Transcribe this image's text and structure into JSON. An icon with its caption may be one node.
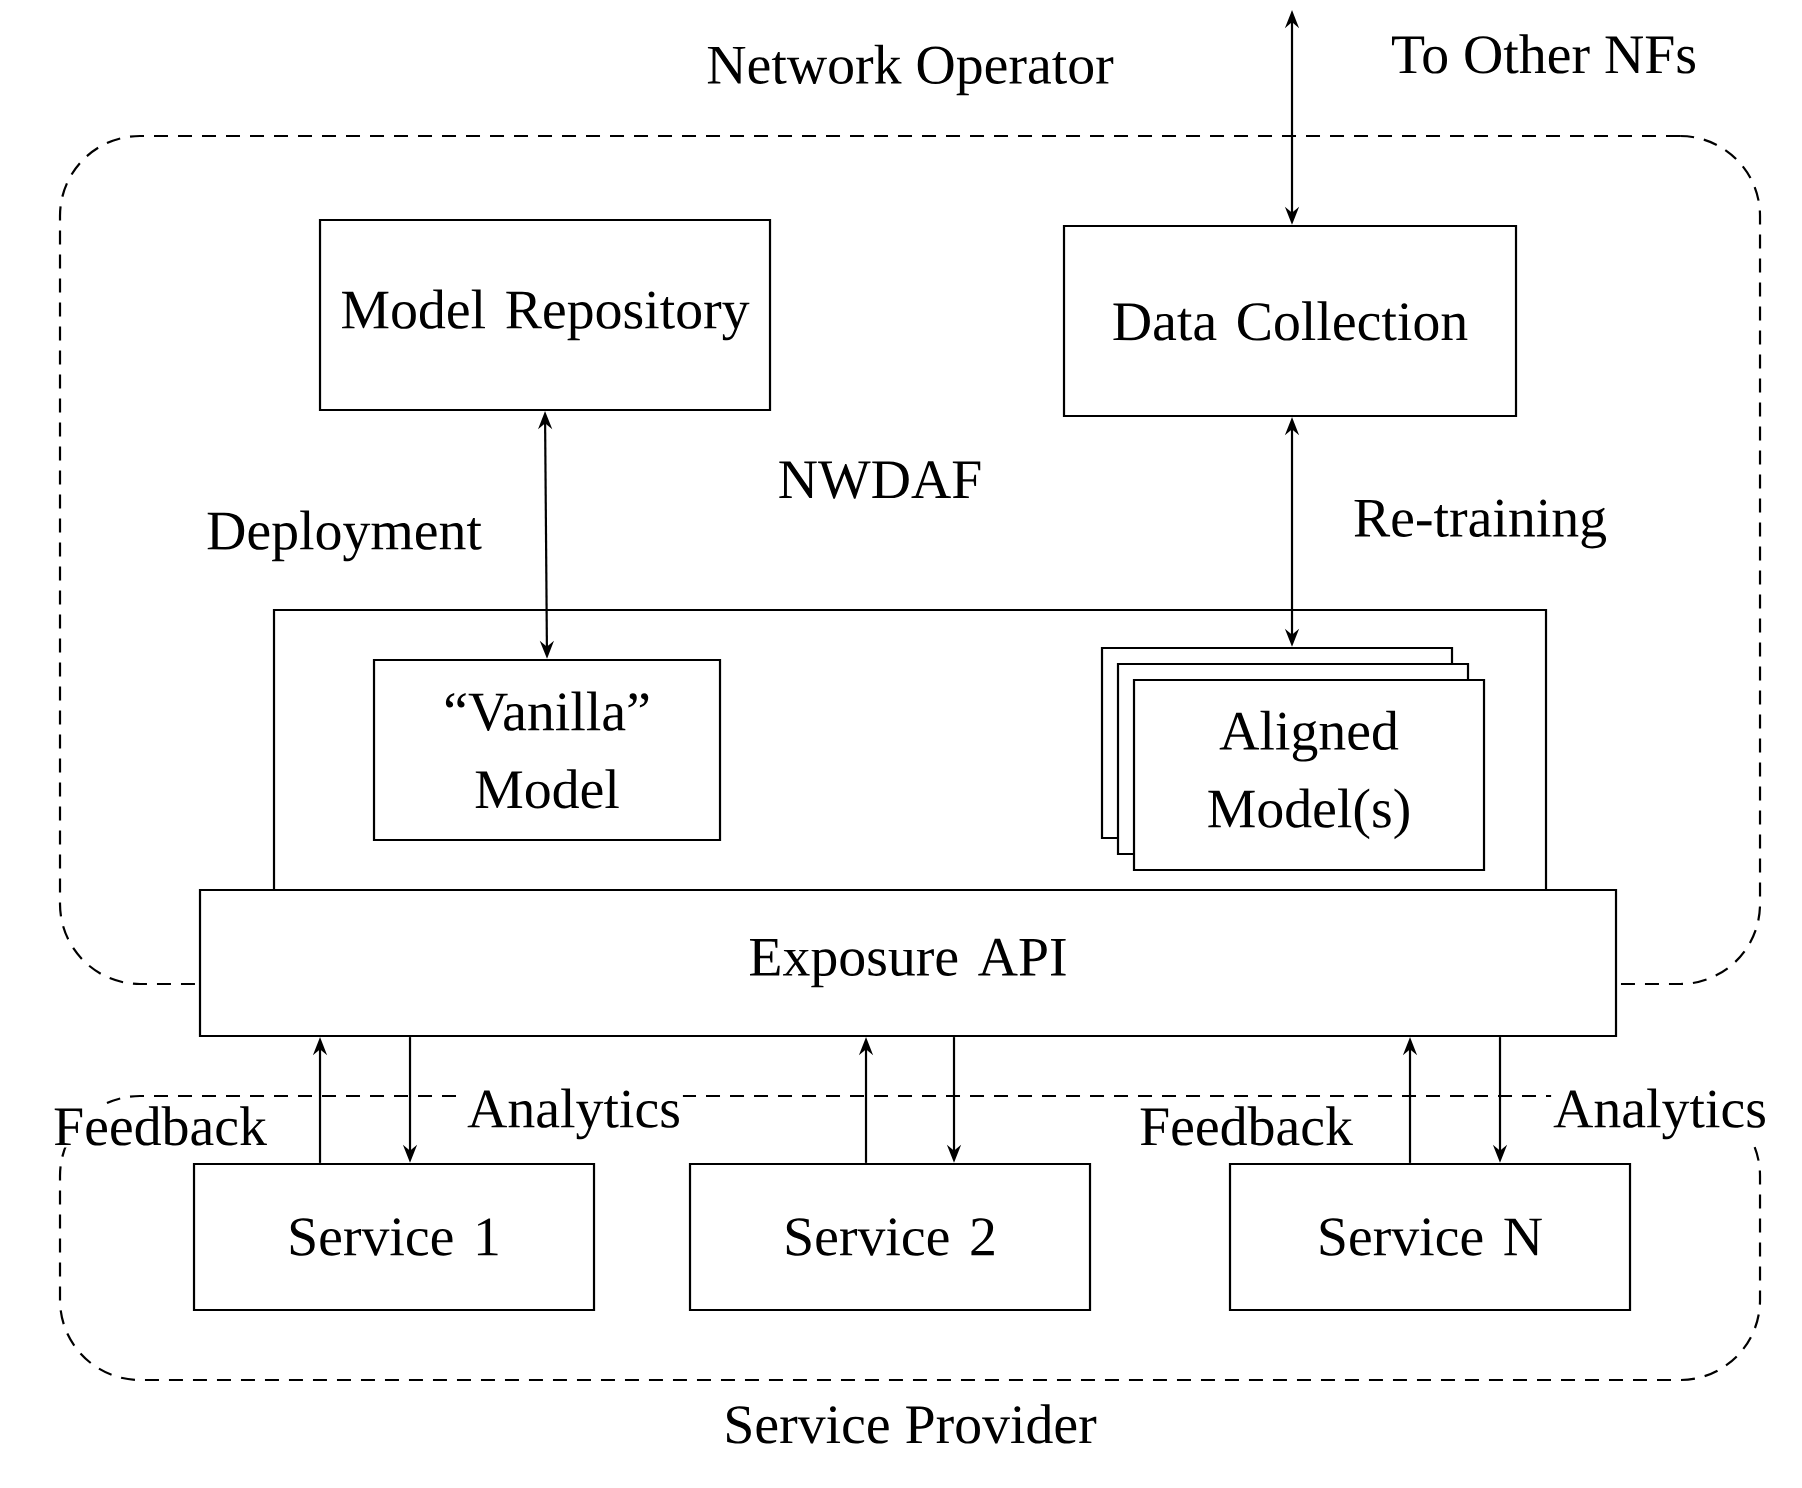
{
  "diagram": {
    "nodes": [
      {
        "text": [
          "Network Operator"
        ]
      },
      {
        "text": [
          "Model Repository"
        ],
        "in": 0
      },
      {
        "text": [
          "Data Collection"
        ],
        "in": 0
      },
      {
        "text": [
          "NWDAF"
        ],
        "in": 0
      },
      {
        "text": [
          "“Vanilla” Model"
        ],
        "in": 3
      },
      {
        "text": [
          "Aligned Model(s)"
        ],
        "in": 3
      },
      {
        "text": [
          "Exposure API"
        ]
      },
      {
        "text": [
          "Service Provider"
        ]
      },
      {
        "text": [
          "Service 1"
        ],
        "in": 7
      },
      {
        "text": [
          "Service 2"
        ],
        "in": 7
      },
      {
        "text": [
          "Service N"
        ],
        "in": 7
      }
    ],
    "edges": [
      {
        "from": 1,
        "to": 4,
        "arrow": "both",
        "label": "Deployment"
      },
      {
        "from": 2,
        "to": 5,
        "arrow": "both",
        "label": "Re-training"
      },
      {
        "from": 2,
        "to": null,
        "arrow": "both",
        "label": "To Other NFs"
      },
      {
        "from": 8,
        "to": 6,
        "arrow": "to",
        "label": "Feedback"
      },
      {
        "from": 6,
        "to": 8,
        "arrow": "to",
        "label": "Analytics"
      },
      {
        "from": 9,
        "to": 6,
        "arrow": "to"
      },
      {
        "from": 6,
        "to": 9,
        "arrow": "to"
      },
      {
        "from": 10,
        "to": 6,
        "arrow": "to",
        "label": "Feedback"
      },
      {
        "from": 6,
        "to": 10,
        "arrow": "to",
        "label": "Analytics"
      }
    ]
  }
}
